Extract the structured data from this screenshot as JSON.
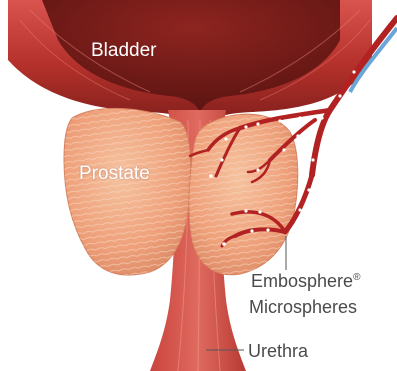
{
  "labels": {
    "bladder": "Bladder",
    "prostate": "Prostate",
    "embosphere": "Embosphere",
    "embosphere_mark": "®",
    "microspheres": "Microspheres",
    "urethra": "Urethra"
  },
  "colors": {
    "tissue_red": "#c0392b",
    "prostate_fill": "#f0a87c",
    "vessel_red": "#b22222",
    "catheter_blue": "#6aa6d8",
    "label_gray": "#4a4a4a"
  }
}
